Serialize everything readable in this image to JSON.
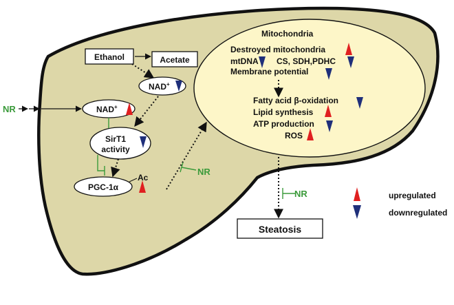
{
  "liver": {
    "fill_color": "#ddd7a8",
    "mito_color": "#fdf6c8"
  },
  "pathway": {
    "ethanol": "Ethanol",
    "acetate": "Acetate",
    "nad_low": "NAD",
    "nad_nr": "NAD",
    "nad_superscript": "+",
    "sirt1_line1": "SirT1",
    "sirt1_line2": "activity",
    "pgc1a": "PGC-1α",
    "ac": "Ac",
    "steatosis": "Steatosis"
  },
  "nr_labels": {
    "nr_left": "NR",
    "nr_middle": "NR",
    "nr_steatosis": "NR"
  },
  "mitochondria": {
    "title": "Mitochondria",
    "destroyed": "Destroyed mitochondria",
    "mtdna": "mtDNA",
    "cs_sdh": "CS, SDH,PDHC",
    "membrane": "Membrane potential",
    "fatty_acid": "Fatty acid β-oxidation",
    "lipid": "Lipid synthesis",
    "atp": "ATP production",
    "ros": "ROS"
  },
  "legend": {
    "up": "upregulated",
    "down": "downregulated",
    "up_color": "#e02020",
    "down_color": "#1f2f7a"
  }
}
